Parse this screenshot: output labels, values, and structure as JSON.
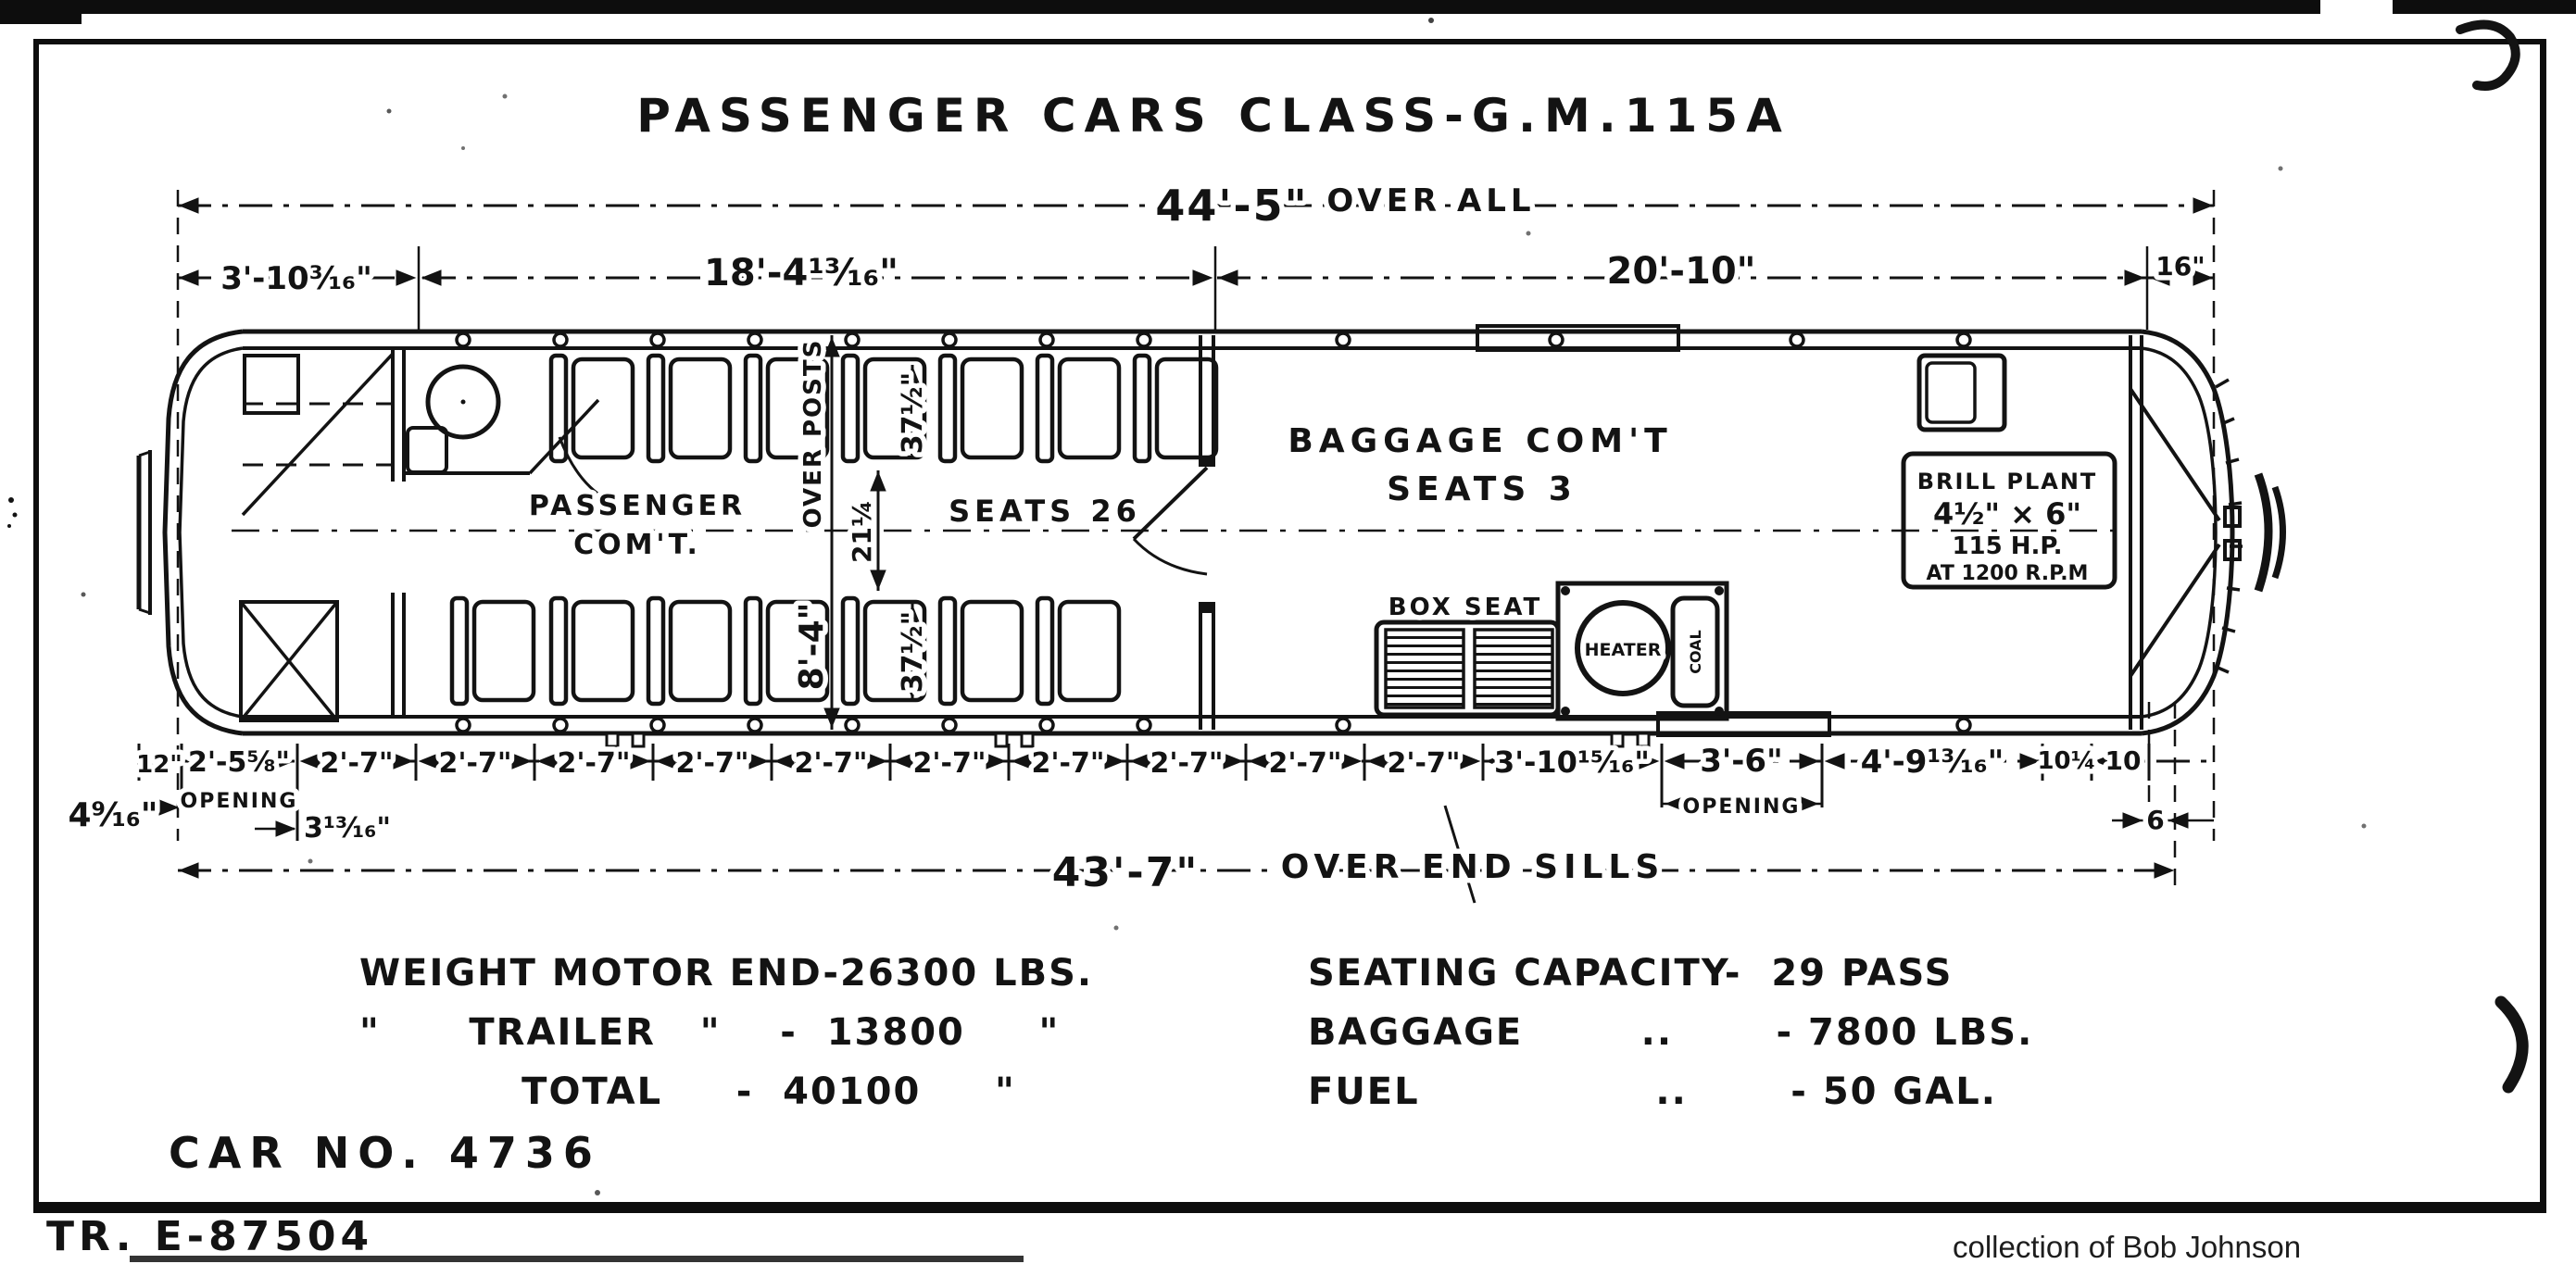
{
  "title": "PASSENGER CARS CLASS-G.M.115A",
  "top_dims": {
    "overall_value": "44'-5\"",
    "overall_label": "OVER ALL",
    "seg1": "3'-10³⁄₁₆\"",
    "seg2": "18'-4¹³⁄₁₆\"",
    "seg3": "20'-10\"",
    "seg4": "16\""
  },
  "plan": {
    "passenger_compartment_line1": "PASSENGER",
    "passenger_compartment_line2": "COM'T.",
    "seats_label": "SEATS 26",
    "over_posts": "OVER POSTS",
    "over_posts_dim": "8'-4\"",
    "seat_width": "37½\"",
    "aisle_width": "21¼",
    "baggage_line1": "BAGGAGE COM'T",
    "baggage_line2": "SEATS 3",
    "box_seat": "BOX SEAT",
    "heater": "HEATER",
    "coal": "COAL",
    "engine_line1": "BRILL PLANT",
    "engine_line2": "4½\" × 6\"",
    "engine_line3": "115 H.P.",
    "engine_line4": "AT 1200 R.P.M"
  },
  "bottom_dims": {
    "end_offset": "4⁹⁄₁₆\"",
    "seg_12": "12\"",
    "opening1_value": "2'-5⅝\"",
    "opening_word": "OPENING",
    "step_offset": "3¹³⁄₁₆\"",
    "post_spacing": "2'-7\"",
    "seg_baggage": "3'-10¹⁵⁄₁₆\"",
    "opening2_value": "3'-6\"",
    "opening2_word": "OPENING",
    "seg_engine": "4'-9¹³⁄₁₆\"",
    "seg_10q": "10¼",
    "seg_10": "10",
    "seg_6": "6"
  },
  "over_end_sills_value": "43'-7\"",
  "over_end_sills_label": "OVER END SILLS",
  "specs": {
    "weight_line1": "WEIGHT MOTOR END-26300 LBS.",
    "weight_line2": "\"      TRAILER   \"    -  13800     \"",
    "weight_line3": "           TOTAL     -  40100     \"",
    "capacity_line1": "SEATING CAPACITY-  29 PASS",
    "capacity_line2": "BAGGAGE        ..       - 7800 LBS.",
    "capacity_line3": "FUEL                ..       - 50 GAL."
  },
  "car_no": "CAR NO. 4736",
  "footer": {
    "drawing_no": "TR. E-87504",
    "credit": "collection of Bob Johnson"
  },
  "colors": {
    "ink": "#131313",
    "paper": "#ffffff"
  }
}
